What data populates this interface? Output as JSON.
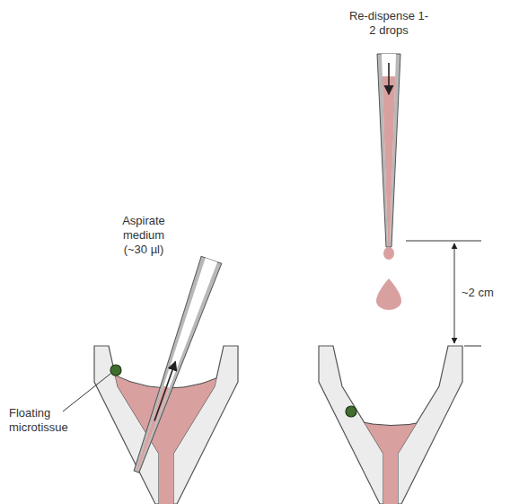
{
  "diagram": {
    "labels": [
      "Aspirate medium (~30 µl)",
      "Re-dispense 1-2 drops",
      "Floating microtissue",
      "~2 cm"
    ]
  }
}
